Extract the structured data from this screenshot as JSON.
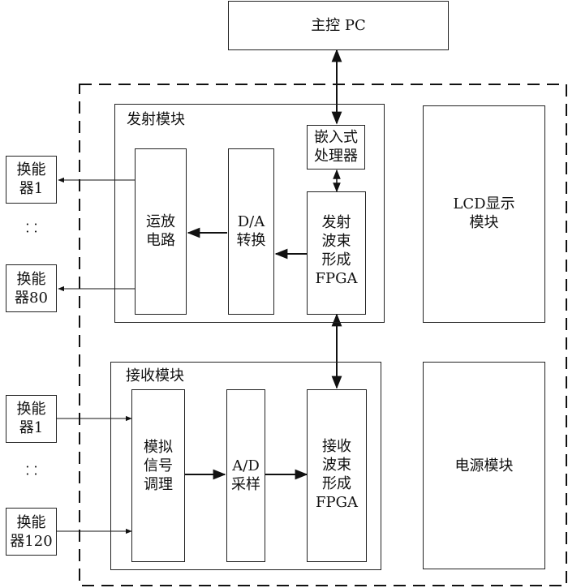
{
  "host_pc": "主控 PC",
  "embedded_processor": "嵌入式\n处理器",
  "tx": {
    "title": "发射模块",
    "amp": "运放\n电路",
    "da": "D/A\n转换",
    "fpga": "发射\n波束\n形成\nFPGA"
  },
  "rx": {
    "title": "接收模块",
    "cond": "模拟\n信号\n调理",
    "ad": "A/D\n采样",
    "fpga": "接收\n波束\n形成\nFPGA"
  },
  "lcd": "LCD显示\n模块",
  "power": "电源模块",
  "transducers": {
    "tx_first": "换能\n器1",
    "tx_last": "换能\n器80",
    "rx_first": "换能\n器1",
    "rx_last": "换能\n器120",
    "ellipsis": "·\n·\n·\n·"
  }
}
